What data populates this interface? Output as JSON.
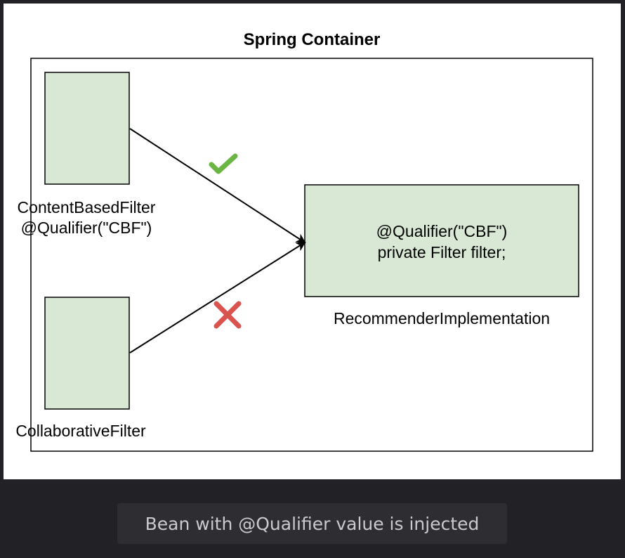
{
  "diagram": {
    "container_title": "Spring Container",
    "beans": {
      "content_filter": {
        "name": "ContentBasedFilter",
        "qualifier": "@Qualifier(\"CBF\")"
      },
      "collab_filter": {
        "name": "CollaborativeFilter"
      }
    },
    "target": {
      "code_line_1": "@Qualifier(\"CBF\")",
      "code_line_2": "private Filter filter;",
      "name": "RecommenderImplementation"
    },
    "icons": {
      "accepted": "check-icon",
      "rejected": "cross-icon"
    },
    "colors": {
      "box_fill": "#d9e8d5",
      "check": "#6ab543",
      "cross": "#d9534f"
    }
  },
  "caption": "Bean with @Qualifier value is injected"
}
